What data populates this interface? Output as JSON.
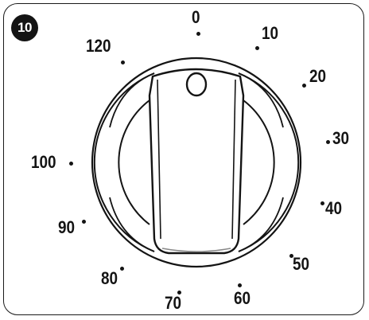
{
  "step_badge": "10",
  "dial": {
    "marks": [
      {
        "label": "0",
        "name": "mark-0"
      },
      {
        "label": "10",
        "name": "mark-10"
      },
      {
        "label": "20",
        "name": "mark-20"
      },
      {
        "label": "30",
        "name": "mark-30"
      },
      {
        "label": "40",
        "name": "mark-40"
      },
      {
        "label": "50",
        "name": "mark-50"
      },
      {
        "label": "60",
        "name": "mark-60"
      },
      {
        "label": "70",
        "name": "mark-70"
      },
      {
        "label": "80",
        "name": "mark-80"
      },
      {
        "label": "90",
        "name": "mark-90"
      },
      {
        "label": "100",
        "name": "mark-100"
      },
      {
        "label": "120",
        "name": "mark-120"
      }
    ]
  },
  "colors": {
    "ink": "#141414",
    "background": "#ffffff"
  }
}
